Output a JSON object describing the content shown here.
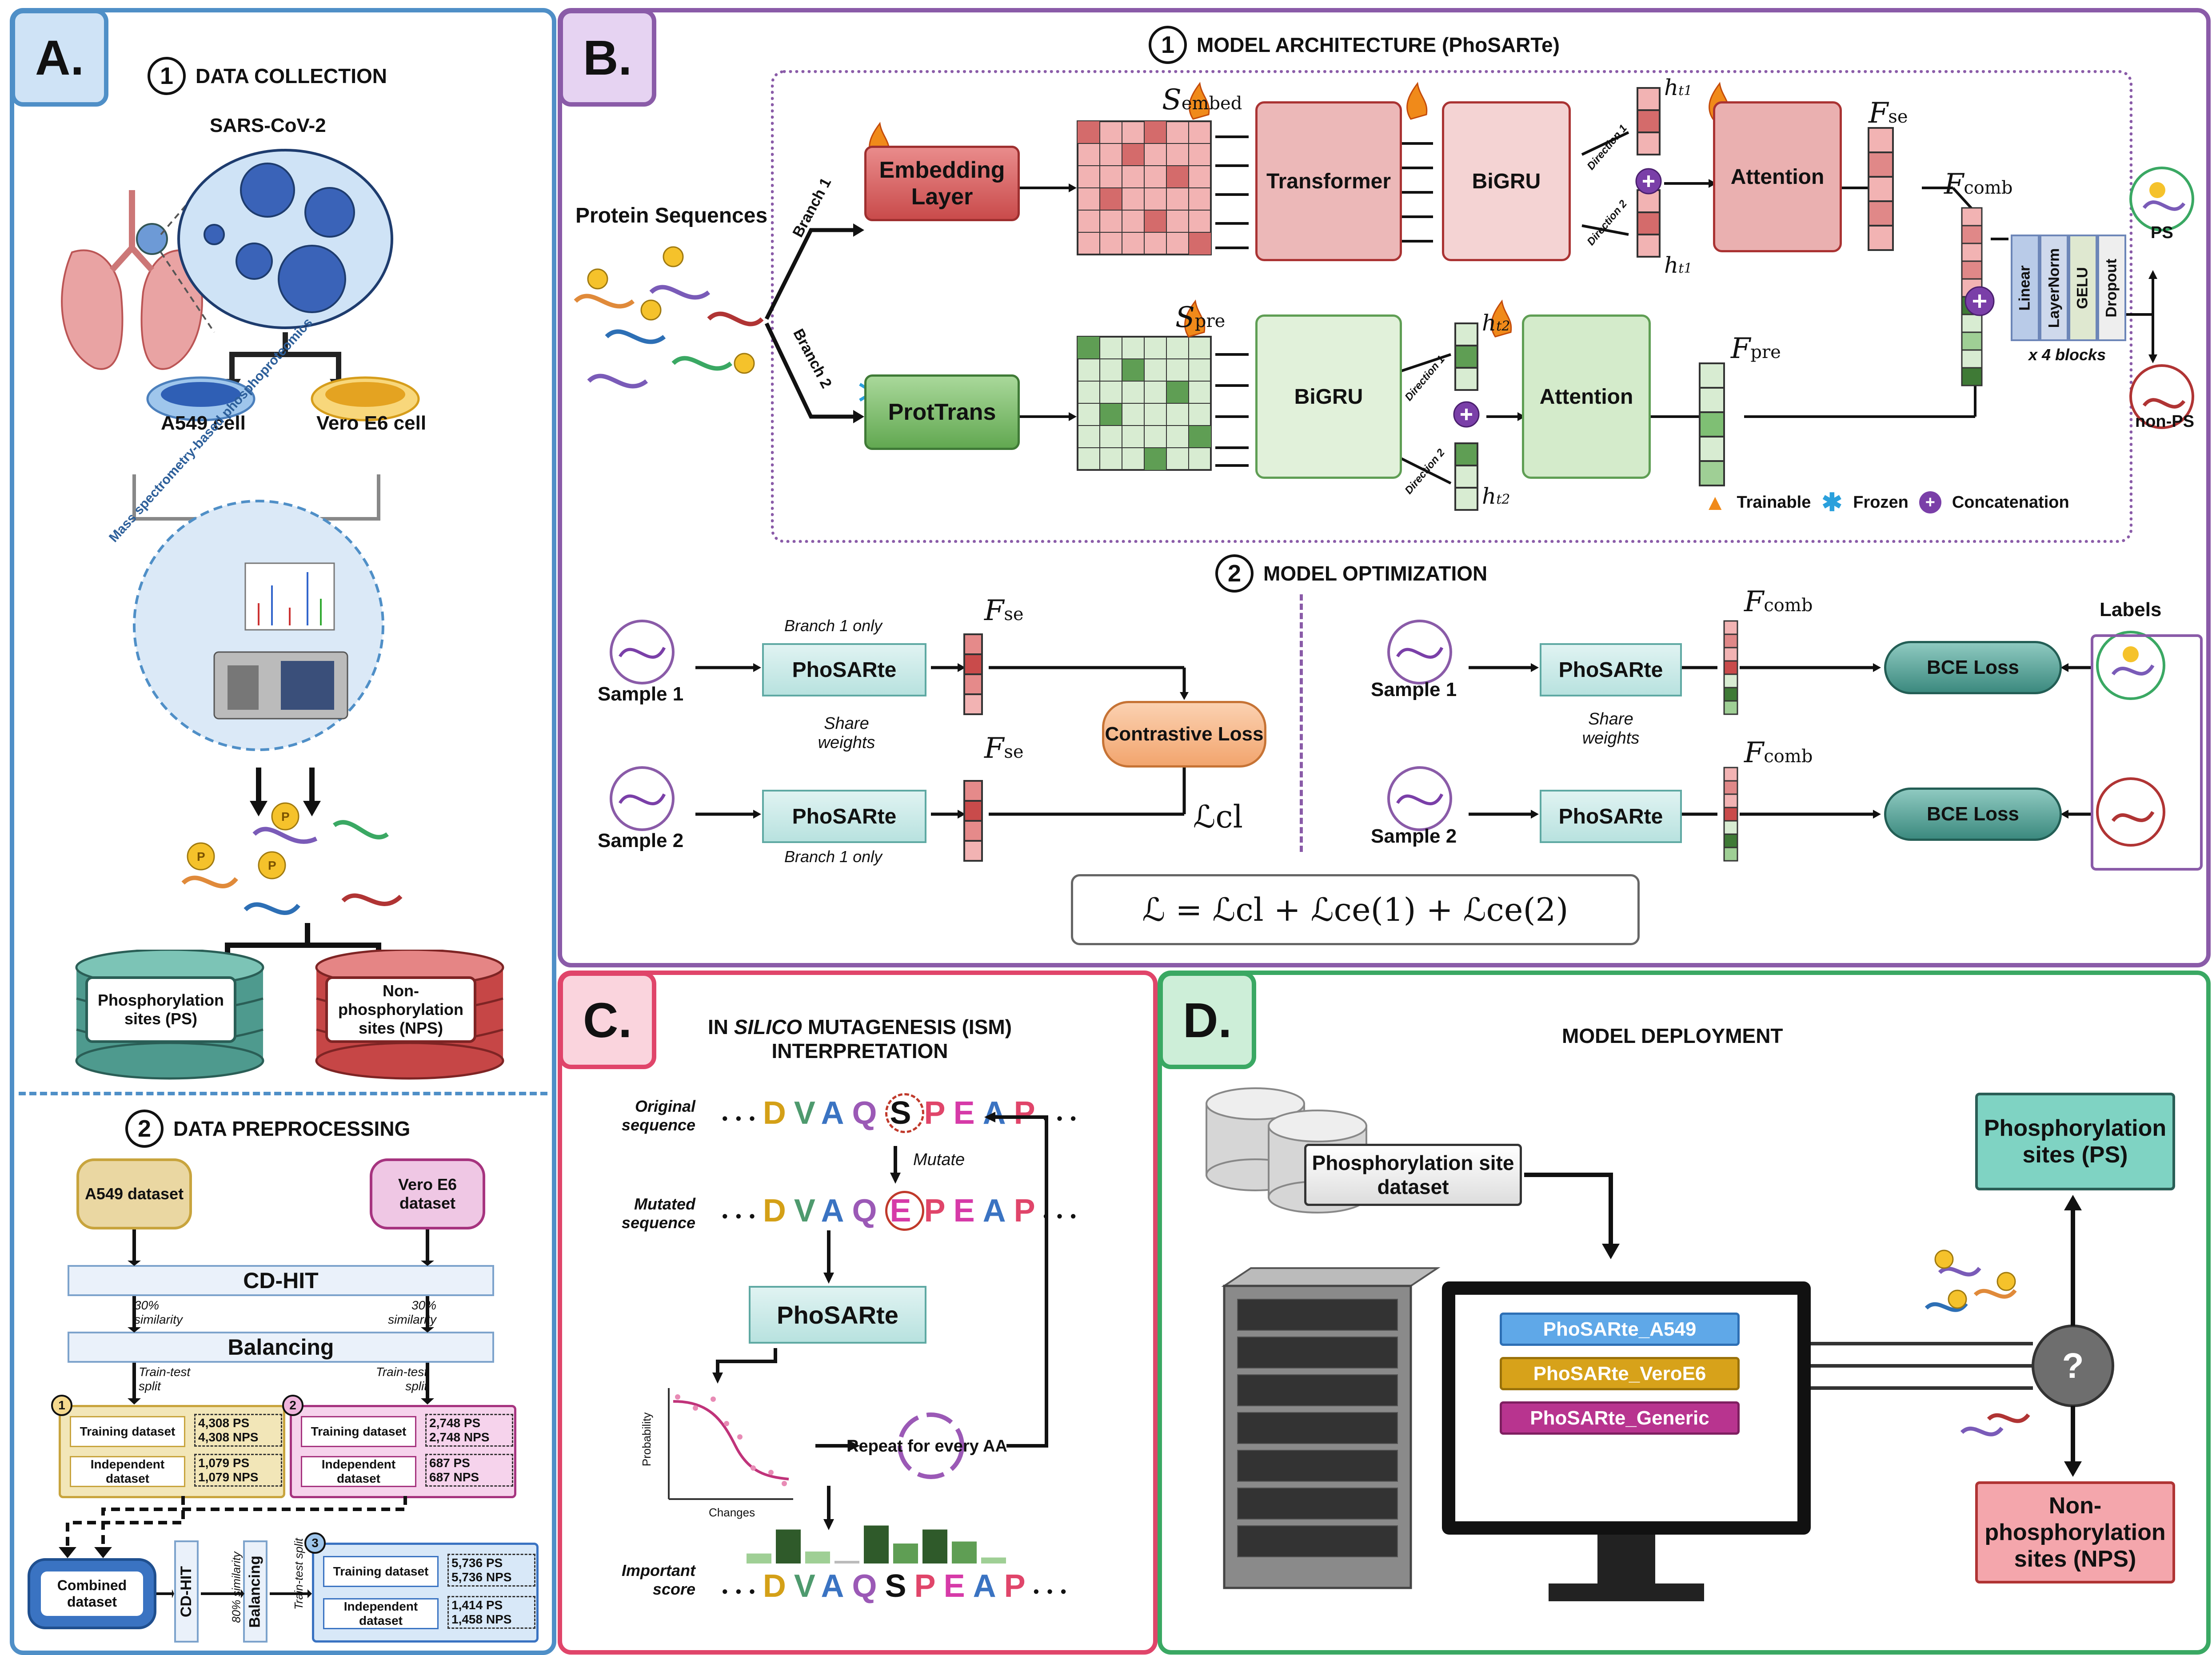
{
  "colors": {
    "A": "#4f8fc7",
    "B": "#8a5ba8",
    "C": "#e0456a",
    "D": "#3aa863",
    "red": "#c94b4b",
    "green": "#5f9e54",
    "teal": "#4fa59b"
  },
  "panelA": {
    "tag": "A.",
    "s1_num": "1",
    "s1_title": "DATA COLLECTION",
    "virus": "SARS-CoV-2",
    "cell1": "A549 cell",
    "cell2": "Vero E6 cell",
    "ms": "Mass spectrometry-based phosphoproteomics",
    "ps_db": "Phosphorylation sites (PS)",
    "nps_db": "Non-phosphorylation sites (NPS)",
    "s2_num": "2",
    "s2_title": "DATA PREPROCESSING",
    "a549_ds": "A549 dataset",
    "vero_ds": "Vero E6 dataset",
    "cdhit": "CD-HIT",
    "sim30": "30% similarity",
    "balancing": "Balancing",
    "split": "Train-test split",
    "set1": {
      "num": "1",
      "train": "Training dataset",
      "train_ps": "4,308 PS",
      "train_nps": "4,308 NPS",
      "indep": "Independent dataset",
      "indep_ps": "1,079 PS",
      "indep_nps": "1,079 NPS"
    },
    "set2": {
      "num": "2",
      "train": "Training dataset",
      "train_ps": "2,748 PS",
      "train_nps": "2,748 NPS",
      "indep": "Independent dataset",
      "indep_ps": "687 PS",
      "indep_nps": "687 NPS"
    },
    "combined": "Combined dataset",
    "cdhit_v": "CD-HIT",
    "sim80": "80% similarity",
    "balancing_v": "Balancing",
    "split_v": "Train-test split",
    "set3": {
      "num": "3",
      "train": "Training dataset",
      "train_ps": "5,736 PS",
      "train_nps": "5,736 NPS",
      "indep": "Independent dataset",
      "indep_ps": "1,414 PS",
      "indep_nps": "1,458 NPS"
    }
  },
  "panelB": {
    "tag": "B.",
    "s1_num": "1",
    "s1_title": "MODEL ARCHITECTURE (PhoSARTe)",
    "protein": "Protein Sequences",
    "branch1": "Branch 1",
    "branch2": "Branch 2",
    "embedding": "Embedding Layer",
    "prottrans": "ProtTrans",
    "transformer": "Transformer",
    "bigru": "BiGRU",
    "attention": "Attention",
    "dir1": "Direction 1",
    "dir2": "Direction 2",
    "s_embed": "S",
    "s_embed_sub": "embed",
    "s_pre": "S",
    "s_pre_sub": "pre",
    "f_se": "F",
    "f_se_sub": "se",
    "f_pre": "F",
    "f_pre_sub": "pre",
    "f_comb": "F",
    "f_comb_sub": "comb",
    "h_t1": "h",
    "h_t1_sub": "t1",
    "h_t2": "h",
    "h_t2_sub": "t2",
    "blocks": [
      "Linear",
      "LayerNorm",
      "GELU",
      "Dropout"
    ],
    "blocks_note": "x 4 blocks",
    "ps": "PS",
    "nps": "non-PS",
    "legend": {
      "trainable": "Trainable",
      "frozen": "Frozen",
      "concat": "Concatenation"
    },
    "s2_num": "2",
    "s2_title": "MODEL OPTIMIZATION",
    "sample1": "Sample 1",
    "sample2": "Sample 2",
    "phosarte": "PhoSARte",
    "branch1_only": "Branch 1 only",
    "share": "Share weights",
    "contrastive": "Contrastive Loss",
    "bce": "BCE Loss",
    "labels": "Labels",
    "loss_cl": "ℒcl",
    "formula": "ℒ = ℒcl + ℒce(1) + ℒce(2)"
  },
  "panelC": {
    "tag": "C.",
    "title1": "IN",
    "title_it": "SILICO",
    "title2": "MUTAGENESIS (ISM)",
    "title3": "INTERPRETATION",
    "orig_label": "Original sequence",
    "mut_label": "Mutated sequence",
    "imp_label": "Important score",
    "orig_seq": [
      "D",
      "V",
      "A",
      "Q",
      "S",
      "P",
      "E",
      "A",
      "P"
    ],
    "mut_seq": [
      "D",
      "V",
      "A",
      "Q",
      "E",
      "P",
      "E",
      "A",
      "P"
    ],
    "ellipsis": "•••",
    "mutate": "Mutate",
    "phosarte": "PhoSARte",
    "ylab": "Probability",
    "xlab": "Changes",
    "repeat": "Repeat for every AA",
    "scores": [
      0.25,
      0.85,
      0.3,
      0,
      0.95,
      0.5,
      0.85,
      0.55,
      0.15
    ]
  },
  "panelD": {
    "tag": "D.",
    "title": "MODEL DEPLOYMENT",
    "dataset": "Phosphorylation site dataset",
    "models": [
      "PhoSARte_A549",
      "PhoSARte_VeroE6",
      "PhoSARte_Generic"
    ],
    "ps": "Phosphorylation sites (PS)",
    "nps": "Non-phosphorylation sites (NPS)",
    "q": "?"
  }
}
